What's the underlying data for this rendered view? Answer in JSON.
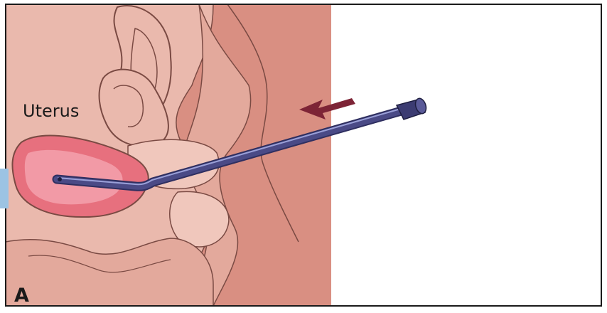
{
  "labels": {
    "uterus": "Uterus",
    "panel": "A"
  },
  "colors": {
    "background_tissue": "#d98f82",
    "light_tissue": "#eab9ad",
    "outline": "#7a4a43",
    "uterus": "#e7707e",
    "uterus_highlight": "#f29aa6",
    "instrument": "#4a4a86",
    "instrument_highlight": "#9aa0d8",
    "arrow": "#7d2436",
    "side_marker": "#9cc3e3",
    "frame": "#1a1a1a"
  },
  "icons": {
    "arrow": "arrow-left-icon",
    "instrument": "cannula-instrument"
  }
}
